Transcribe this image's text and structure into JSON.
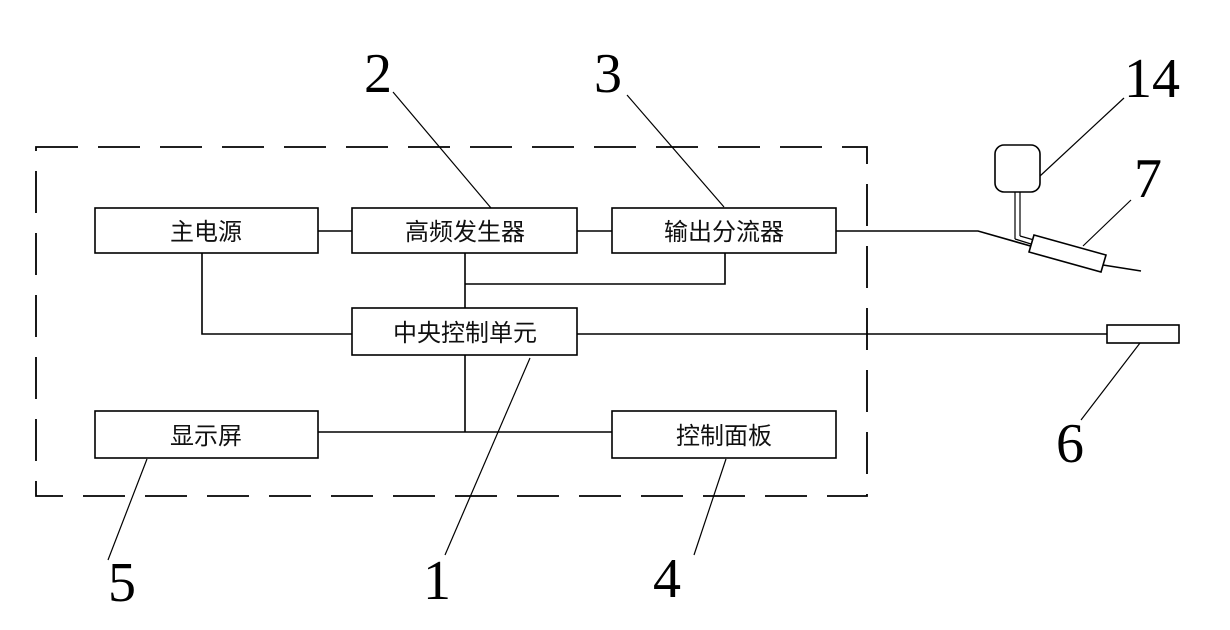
{
  "diagram": {
    "type": "block-diagram",
    "enclosure": {
      "style": "dashed",
      "label": ""
    },
    "blocks": [
      {
        "id": "main_power",
        "label": "主电源"
      },
      {
        "id": "hf_generator",
        "label": "高频发生器"
      },
      {
        "id": "output_splitter",
        "label": "输出分流器"
      },
      {
        "id": "central_control",
        "label": "中央控制单元"
      },
      {
        "id": "display",
        "label": "显示屏"
      },
      {
        "id": "control_panel",
        "label": "控制面板"
      }
    ],
    "external": [
      {
        "id": "component_14",
        "label": ""
      },
      {
        "id": "component_7",
        "label": ""
      },
      {
        "id": "component_6",
        "label": ""
      }
    ],
    "reference_numbers": {
      "central_control": "1",
      "hf_generator": "2",
      "output_splitter": "3",
      "control_panel": "4",
      "display": "5",
      "component_6": "6",
      "component_7": "7",
      "component_14": "14"
    },
    "connections": [
      [
        "main_power",
        "hf_generator"
      ],
      [
        "hf_generator",
        "output_splitter"
      ],
      [
        "hf_generator",
        "central_control"
      ],
      [
        "output_splitter",
        "central_control"
      ],
      [
        "main_power",
        "central_control"
      ],
      [
        "central_control",
        "display"
      ],
      [
        "central_control",
        "control_panel"
      ],
      [
        "central_control",
        "component_6"
      ],
      [
        "output_splitter",
        "component_7"
      ],
      [
        "component_14",
        "component_7"
      ]
    ]
  }
}
